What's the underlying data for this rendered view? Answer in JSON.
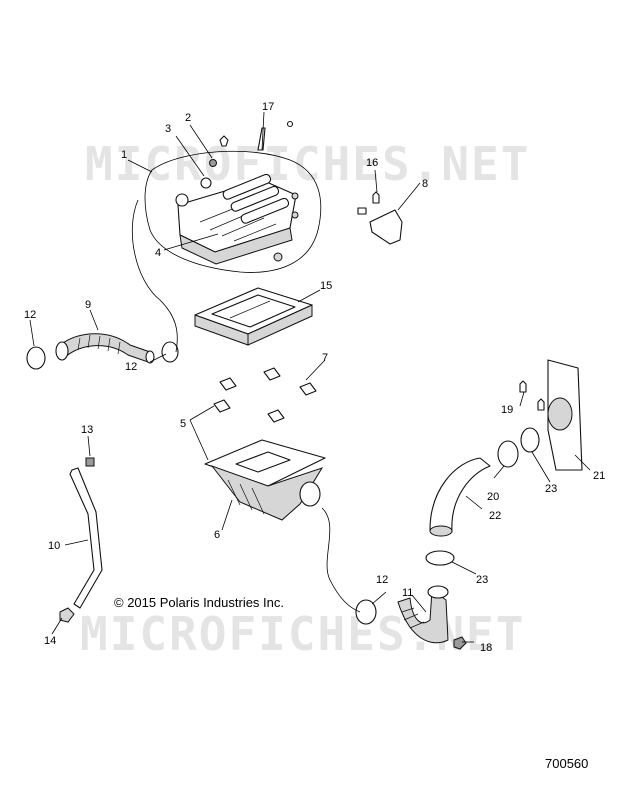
{
  "watermark": "MICROFICHES.NET",
  "copyright": "© 2015 Polaris Industries Inc.",
  "document_number": "700560",
  "callouts": {
    "c1": "1",
    "c2": "2",
    "c3": "3",
    "c4": "4",
    "c5": "5",
    "c6": "6",
    "c7": "7",
    "c8": "8",
    "c9": "9",
    "c10": "10",
    "c11": "11",
    "c12a": "12",
    "c12b": "12",
    "c12c": "12",
    "c13": "13",
    "c14": "14",
    "c15": "15",
    "c16": "16",
    "c17": "17",
    "c18": "18",
    "c19": "19",
    "c20": "20",
    "c21": "21",
    "c22": "22",
    "c23a": "23",
    "c23b": "23"
  }
}
